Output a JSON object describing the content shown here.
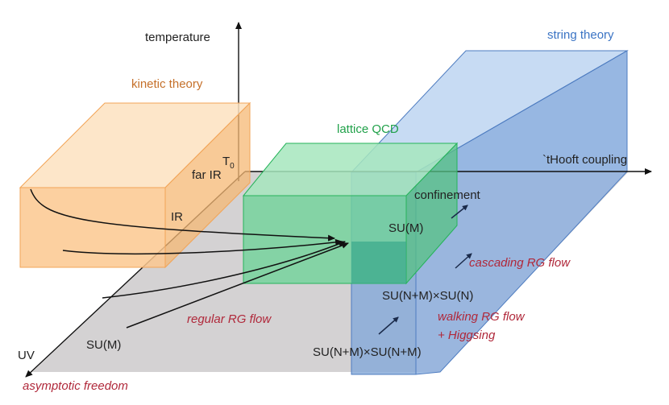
{
  "axes": {
    "temperature": "temperature",
    "coupling": "`tHooft coupling",
    "uv": "UV"
  },
  "regions": {
    "kinetic_theory": "kinetic theory",
    "lattice_qcd": "lattice QCD",
    "string_theory": "string theory"
  },
  "points": {
    "t0": "T",
    "t0_sub": "0",
    "far_ir": "far IR",
    "ir": "IR",
    "confinement": "confinement",
    "su_m_top": "SU(M)",
    "su_m_bottom": "SU(M)",
    "su_nm_n": "SU(N+M)×SU(N)",
    "su_nm_nm": "SU(N+M)×SU(N+M)"
  },
  "flows": {
    "regular": "regular RG flow",
    "cascading": "cascading RG flow",
    "walking": "walking RG flow",
    "higgsing": "+ Higgsing",
    "asymptotic_freedom": "asymptotic freedom"
  },
  "colors": {
    "kinetic_label": "#c5702a",
    "lattice_label": "#21a14a",
    "string_label": "#3b74c4",
    "flow_label": "#b0283a",
    "plane": "#d4d2d3",
    "box_orange": "#f9c78c",
    "box_green": "#6fd39a",
    "box_blue": "#93b7e3"
  }
}
